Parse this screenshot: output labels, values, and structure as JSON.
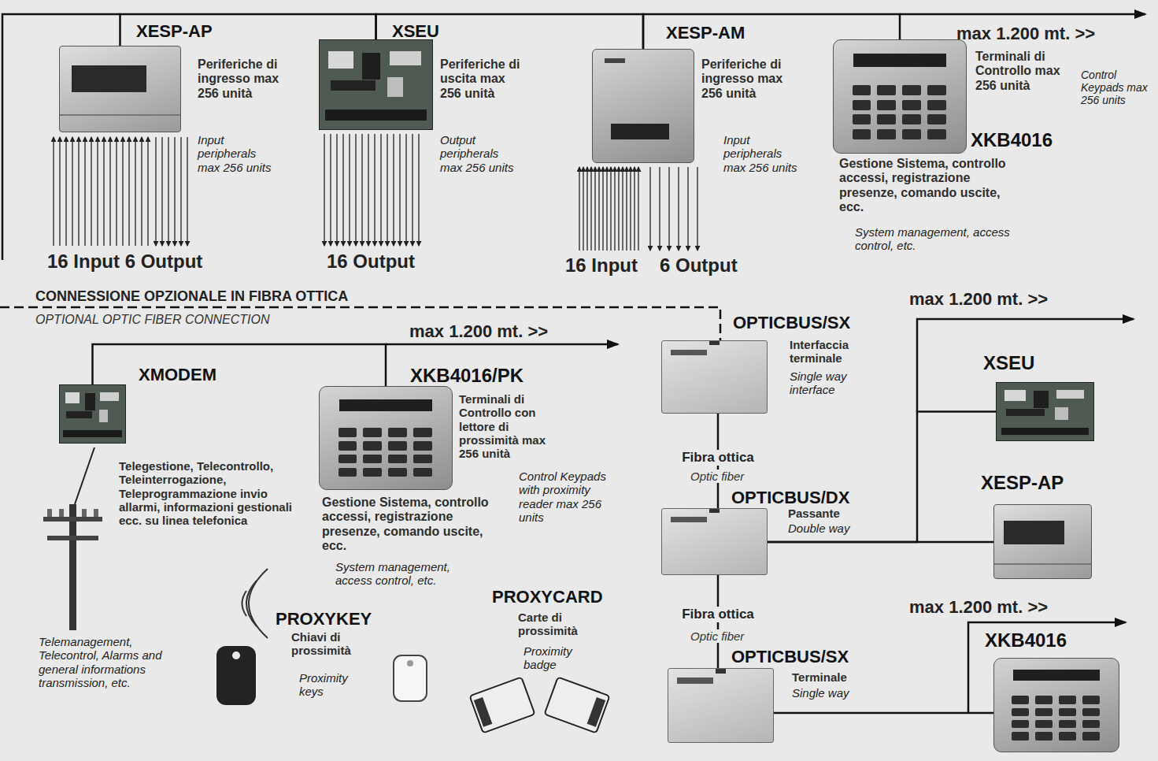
{
  "diagram": {
    "nodes": [
      {
        "text": [
          "XESP-AP",
          "Periferiche di ingresso max 256 unità",
          "Input peripherals max 256 units"
        ]
      },
      {
        "text": [
          "XSEU",
          "Periferiche di uscita max 256 unità",
          "Output peripherals max 256 units"
        ]
      },
      {
        "text": [
          "XESP-AM",
          "Periferiche di ingresso max 256 unità",
          "Input peripherals max 256 units"
        ]
      },
      {
        "text": [
          "Terminali di Controllo max 256 unità",
          "Control Keypads max 256 units",
          "XKB4016",
          "Gestione Sistema, controllo accessi, registrazione presenze, comando uscite, ecc.",
          "System management, access control, etc."
        ]
      },
      {
        "text": [
          "XMODEM",
          "Telegestione, Telecontrollo, Teleinterrogazione, Teleprogrammazione invio allarmi, informazioni gestionali ecc. su linea telefonica",
          "Telemanagement, Telecontrol, Alarms and general informations transmission, etc."
        ]
      },
      {
        "text": [
          "XKB4016/PK",
          "Terminali di Controllo con lettore di prossimità max 256 unità",
          "Control Keypads with proximity reader max 256 units",
          "Gestione Sistema, controllo accessi, registrazione presenze, comando uscite, ecc.",
          "System management, access control, etc."
        ]
      },
      {
        "text": [
          "PROXYKEY",
          "Chiavi di prossimità",
          "Proximity keys"
        ]
      },
      {
        "text": [
          "PROXYCARD",
          "Carte di prossimità",
          "Proximity badge"
        ]
      },
      {
        "text": [
          "OPTICBUS/SX",
          "Interfaccia terminale",
          "Single way interface"
        ]
      },
      {
        "text": [
          "OPTICBUS/DX",
          "Passante",
          "Double way"
        ]
      },
      {
        "text": [
          "OPTICBUS/SX",
          "Terminale",
          "Single way"
        ]
      },
      {
        "text": [
          "XSEU"
        ]
      },
      {
        "text": [
          "XESP-AP"
        ]
      },
      {
        "text": [
          "XKB4016"
        ]
      }
    ],
    "edges": [
      {
        "from": 0,
        "to": 1,
        "arrow": "none"
      },
      {
        "from": 1,
        "to": 2,
        "arrow": "none"
      },
      {
        "from": 2,
        "to": 3,
        "arrow": "none"
      },
      {
        "from": 4,
        "to": 5,
        "arrow": "none"
      },
      {
        "from": 8,
        "to": 9,
        "label": "Fibra ottica",
        "arrow": "none"
      },
      {
        "from": 9,
        "to": 10,
        "label": "Fibra ottica",
        "arrow": "none"
      },
      {
        "from": 9,
        "to": 11,
        "arrow": "none"
      },
      {
        "from": 9,
        "to": 12,
        "arrow": "none"
      },
      {
        "from": 10,
        "to": 13,
        "arrow": "none"
      }
    ],
    "labels": [
      "16 Input 6 Output",
      "16 Output",
      "16 Input",
      "6 Output",
      "max 1.200 mt. >>",
      "CONNESSIONE OPZIONALE IN FIBRA OTTICA",
      "OPTIONAL OPTIC FIBER CONNECTION",
      "max 1.200 mt. >>",
      "Optic fiber",
      "max 1.200 mt. >>",
      "Optic fiber",
      "max 1.200 mt. >>"
    ]
  }
}
